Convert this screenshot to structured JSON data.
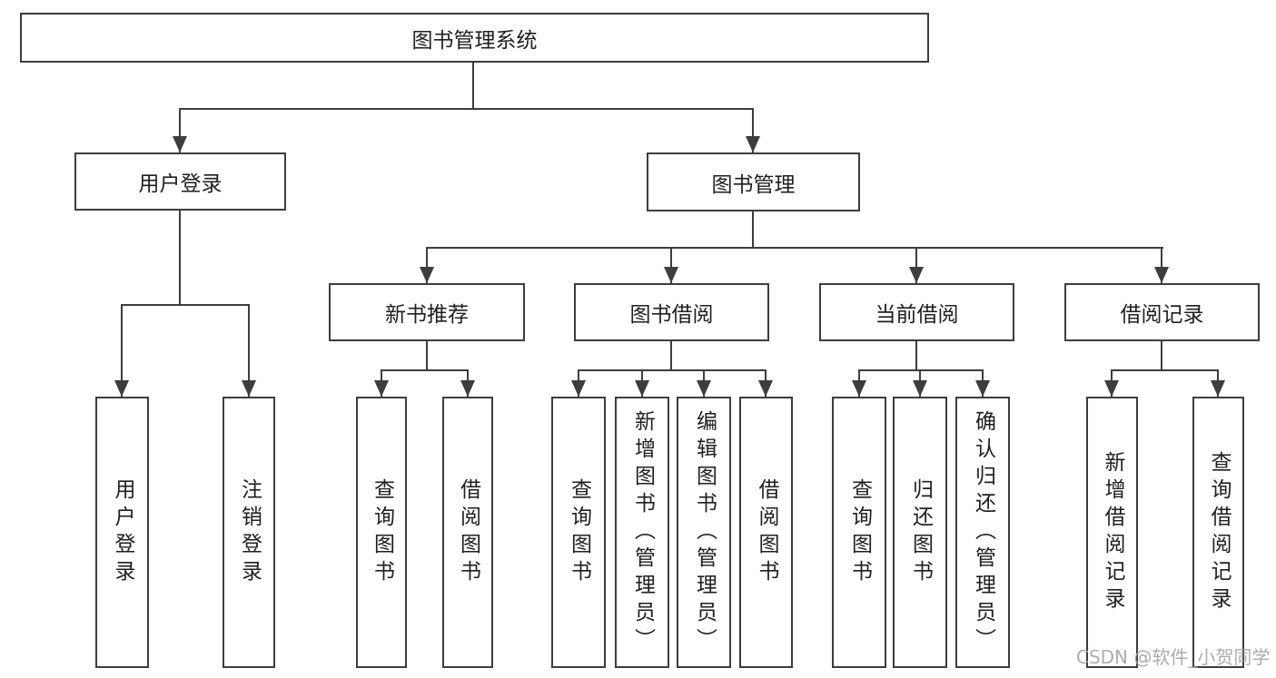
{
  "diagram": {
    "root": {
      "label": "图书管理系统"
    },
    "branches": [
      {
        "label": "用户登录",
        "leaves": [
          {
            "label": "用户登录"
          },
          {
            "label": "注销登录"
          }
        ]
      },
      {
        "label": "图书管理",
        "sections": [
          {
            "label": "新书推荐",
            "leaves": [
              {
                "label": "查询图书"
              },
              {
                "label": "借阅图书"
              }
            ]
          },
          {
            "label": "图书借阅",
            "leaves": [
              {
                "label": "查询图书"
              },
              {
                "label": "新增图书（管理员）"
              },
              {
                "label": "编辑图书（管理员）"
              },
              {
                "label": "借阅图书"
              }
            ]
          },
          {
            "label": "当前借阅",
            "leaves": [
              {
                "label": "查询图书"
              },
              {
                "label": "归还图书"
              },
              {
                "label": "确认归还（管理员）"
              }
            ]
          },
          {
            "label": "借阅记录",
            "leaves": [
              {
                "label": "新增借阅记录"
              },
              {
                "label": "查询借阅记录"
              }
            ]
          }
        ]
      }
    ]
  },
  "watermark": {
    "text": "CSDN @软件_小贺同学"
  },
  "colors": {
    "line": "#3d3d3d",
    "text": "#1f1f1f",
    "background": "#ffffff",
    "watermark": "#a3a3a3"
  }
}
